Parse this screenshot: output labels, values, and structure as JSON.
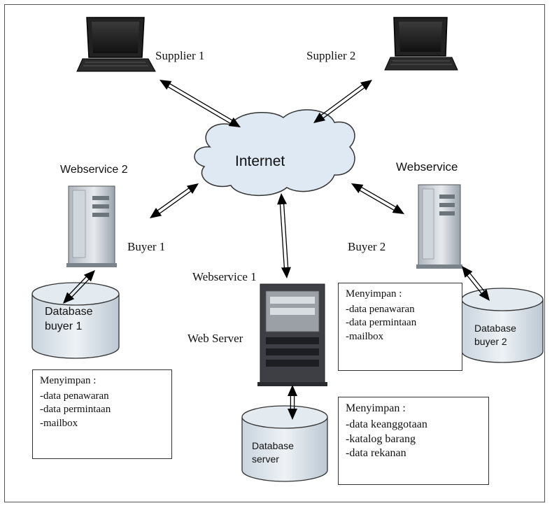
{
  "nodes": {
    "supplier1": "Supplier 1",
    "supplier2": "Supplier 2",
    "internet": "Internet",
    "webservice2": "Webservice 2",
    "webservice": "Webservice",
    "buyer1": "Buyer 1",
    "buyer2": "Buyer 2",
    "webservice1": "Webservice 1",
    "webserver": "Web Server",
    "db_buyer1": [
      "Database",
      "buyer 1"
    ],
    "db_buyer2": [
      "Database",
      "buyer 2"
    ],
    "db_server": [
      "Database",
      "server"
    ]
  },
  "notes": {
    "buyer1": {
      "title": "Menyimpan :",
      "items": [
        "-data penawaran",
        "-data permintaan",
        "-mailbox"
      ]
    },
    "buyer2": {
      "title": "Menyimpan :",
      "items": [
        "-data penawaran",
        "-data permintaan",
        "-mailbox"
      ]
    },
    "server": {
      "title": "Menyimpan :",
      "items": [
        "-data keanggotaan",
        "-katalog barang",
        "-data rekanan"
      ]
    }
  }
}
